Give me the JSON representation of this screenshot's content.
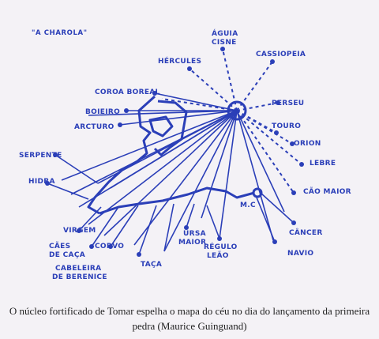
{
  "diagram": {
    "title": "\"A CHAROLA\"",
    "labels": {
      "aguia_cisne": "ÁGUIA",
      "cisne": "CISNE",
      "cassiopeia": "CASSIOPEIA",
      "hercules": "HÉRCULES",
      "coroa_boreal": "COROA BOREAL",
      "boieiro": "BOIEIRO",
      "arcturo": "ARCTURO",
      "perseu": "PERSEU",
      "touro": "TOURO",
      "orion": "ORION",
      "lebre": "LEBRE",
      "serpente": "SERPENTE",
      "hidra": "HIDRA",
      "cao_maior": "CÃO MAIOR",
      "cancer": "CÂNCER",
      "navio": "NAVIO",
      "virgem": "VIRGEM",
      "caes_de_caca_1": "CÃES",
      "caes_de_caca_2": "DE CAÇA",
      "corvo": "CORVO",
      "cabeleira_1": "CABELEIRA",
      "cabeleira_2": "DE BERENICE",
      "taca": "TAÇA",
      "ursa_maior_1": "URSA",
      "ursa_maior_2": "MAIOR",
      "regulo_leao_1": "RÉGULO",
      "regulo_leao_2": "LEÃO",
      "mc": "M.C"
    }
  },
  "caption": "O núcleo fortificado de Tomar espelha o mapa do céu no dia do lançamento da primeira pedra (Maurice Guinguand)"
}
